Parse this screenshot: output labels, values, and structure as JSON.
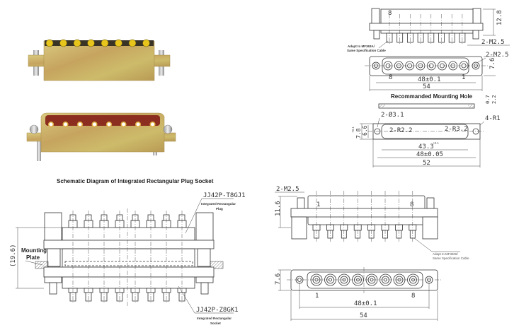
{
  "photos": {
    "colors": {
      "body": "#c9b56c",
      "body_dark": "#a88f4a",
      "pin": "#e8c51a",
      "insulator": "#8b2e1f",
      "steel": "#c8c8c8"
    }
  },
  "top_right": {
    "pin_label_8": "8",
    "height_dim": "12.8",
    "thread_side": "2-M2.5",
    "adapt_line1": "Adapt to MF363A/",
    "adapt_line2": "Same Specification Cable",
    "thread_front": "2-M2.5",
    "width_dim": "7.6",
    "pin_label_first": "8",
    "pin_label_last": "1",
    "pitch_dim": "48±0.1",
    "length_dim": "54"
  },
  "mounting_hole": {
    "title": "Recommanded Mounting Hole",
    "dim_07": "0.7",
    "dim_22": "2.2",
    "hole_dia": "2-Ø3.1",
    "corner_radius": "4-R1",
    "slot_radius_small": "2-R2.2",
    "slot_radius_large": "2-R3.2",
    "height_outer": "7.8",
    "height_outer_tol": "+0.1",
    "height_inner": "6.6",
    "slot_length": "43.3",
    "slot_length_tol": "+0.1",
    "hole_pitch": "48±0.05",
    "plate_length": "52"
  },
  "schematic": {
    "title": "Schematic Diagram of Integrated Rectangular Plug Socket",
    "plug_part": "JJ42P-T8GJ1",
    "plug_desc1": "Integrated Rectangular",
    "plug_desc2": "Plug",
    "mounting_label1": "Mounting",
    "mounting_label2": "Plate",
    "height_dim": "(19.6)",
    "socket_part": "JJ42P-Z8GK1",
    "socket_desc1": "Integrated Rectangular",
    "socket_desc2": "Socket"
  },
  "bottom_right": {
    "thread": "2-M2.5",
    "height_dim": "11.6",
    "pin_label_first": "1",
    "pin_label_last": "8",
    "adapt_line1": "Adapt to MF3506/",
    "adapt_line2": "Same Specification Cable",
    "width_dim": "7.6",
    "front_label_first": "1",
    "front_label_last": "8",
    "pitch_dim": "48±0.1",
    "length_dim": "54"
  }
}
